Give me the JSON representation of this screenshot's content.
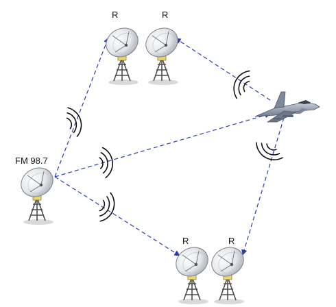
{
  "labels": {
    "transmitter": "FM 98.7",
    "receiver_top_left": "R",
    "receiver_top_right": "R",
    "receiver_bottom_left": "R",
    "receiver_bottom_right": "R"
  },
  "colors": {
    "link_line": "#2a3bb0",
    "dish_light": "#ffffff",
    "dish_dark": "#b8bcc2",
    "mast": "#5a5a5a",
    "mount_yellow": "#e8d96a",
    "aircraft": "#8a96a6"
  },
  "icons": {
    "transmitter": "satellite-dish-icon",
    "receivers": "satellite-dish-icon",
    "target": "fighter-jet-icon",
    "waves": "signal-wave-icon"
  }
}
